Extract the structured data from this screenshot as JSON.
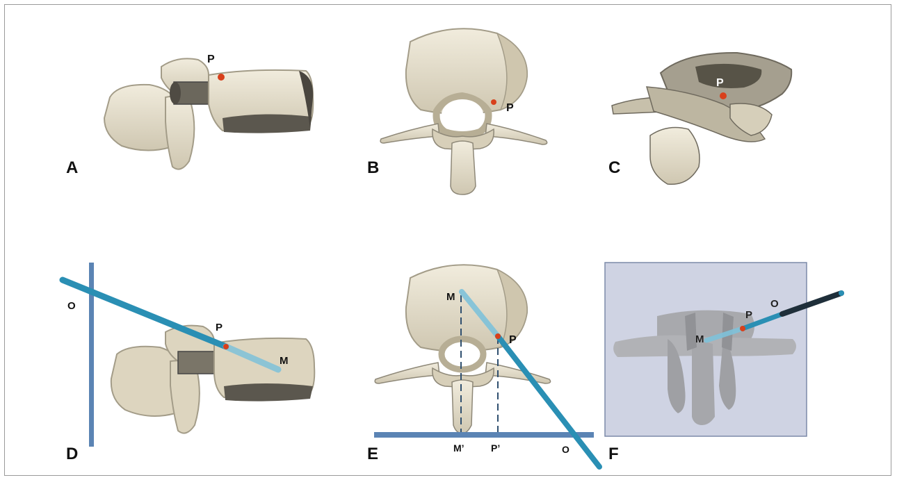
{
  "panels": {
    "A": {
      "label": "A",
      "point_p": "P"
    },
    "B": {
      "label": "B",
      "point_p": "P"
    },
    "C": {
      "label": "C",
      "point_p": "P"
    },
    "D": {
      "label": "D",
      "point_o": "O",
      "point_p": "P",
      "point_m": "M"
    },
    "E": {
      "label": "E",
      "point_m": "M",
      "point_p": "P",
      "point_m_prime": "M’",
      "point_p_prime": "P’",
      "point_o": "O"
    },
    "F": {
      "label": "F",
      "point_m": "M",
      "point_p": "P",
      "point_o": "O"
    }
  },
  "colors": {
    "bone": "#e4ddc8",
    "bone_shadow": "#8e8878",
    "bone_dark": "#5f5a50",
    "trajectory": "#2a8fb4",
    "plane": "#5b84b4",
    "marker": "#d8401c",
    "panel_f_bg": "#cfd3e3"
  }
}
